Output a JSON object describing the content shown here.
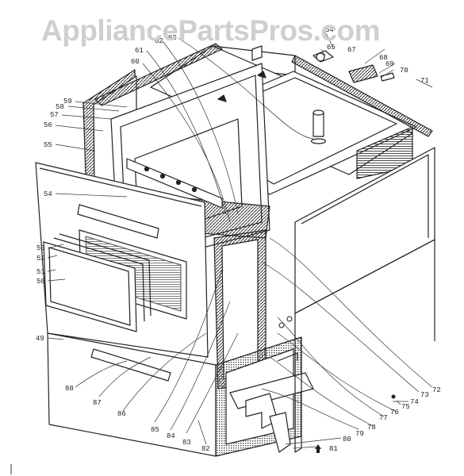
{
  "watermark": "AppliancePartsPros.com",
  "colors": {
    "ink": "#222222",
    "watermark": "#cfcfcf",
    "paper": "#ffffff"
  },
  "callouts": [
    "49",
    "50",
    "51",
    "52",
    "53",
    "54",
    "55",
    "56",
    "57",
    "58",
    "59",
    "60",
    "61",
    "62",
    "63",
    "64",
    "65",
    "67",
    "68",
    "69",
    "70",
    "71",
    "72",
    "73",
    "74",
    "75",
    "76",
    "77",
    "78",
    "79",
    "80",
    "81",
    "82",
    "83",
    "84",
    "85",
    "86",
    "87",
    "88"
  ]
}
